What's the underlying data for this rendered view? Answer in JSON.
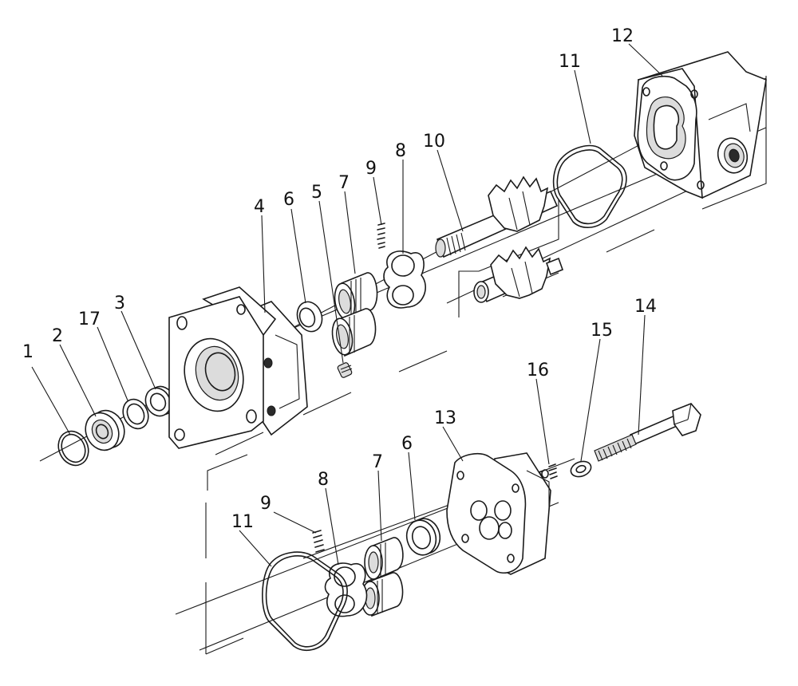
{
  "callouts": [
    {
      "id": "c1",
      "text": "1"
    },
    {
      "id": "c2",
      "text": "2"
    },
    {
      "id": "c17",
      "text": "17"
    },
    {
      "id": "c3",
      "text": "3"
    },
    {
      "id": "c4",
      "text": "4"
    },
    {
      "id": "c6a",
      "text": "6"
    },
    {
      "id": "c5",
      "text": "5"
    },
    {
      "id": "c7a",
      "text": "7"
    },
    {
      "id": "c9a",
      "text": "9"
    },
    {
      "id": "c8a",
      "text": "8"
    },
    {
      "id": "c10",
      "text": "10"
    },
    {
      "id": "c11a",
      "text": "11"
    },
    {
      "id": "c12",
      "text": "12"
    },
    {
      "id": "c14",
      "text": "14"
    },
    {
      "id": "c15",
      "text": "15"
    },
    {
      "id": "c16",
      "text": "16"
    },
    {
      "id": "c13",
      "text": "13"
    },
    {
      "id": "c6b",
      "text": "6"
    },
    {
      "id": "c7b",
      "text": "7"
    },
    {
      "id": "c8b",
      "text": "8"
    },
    {
      "id": "c9b",
      "text": "9"
    },
    {
      "id": "c11b",
      "text": "11"
    }
  ]
}
